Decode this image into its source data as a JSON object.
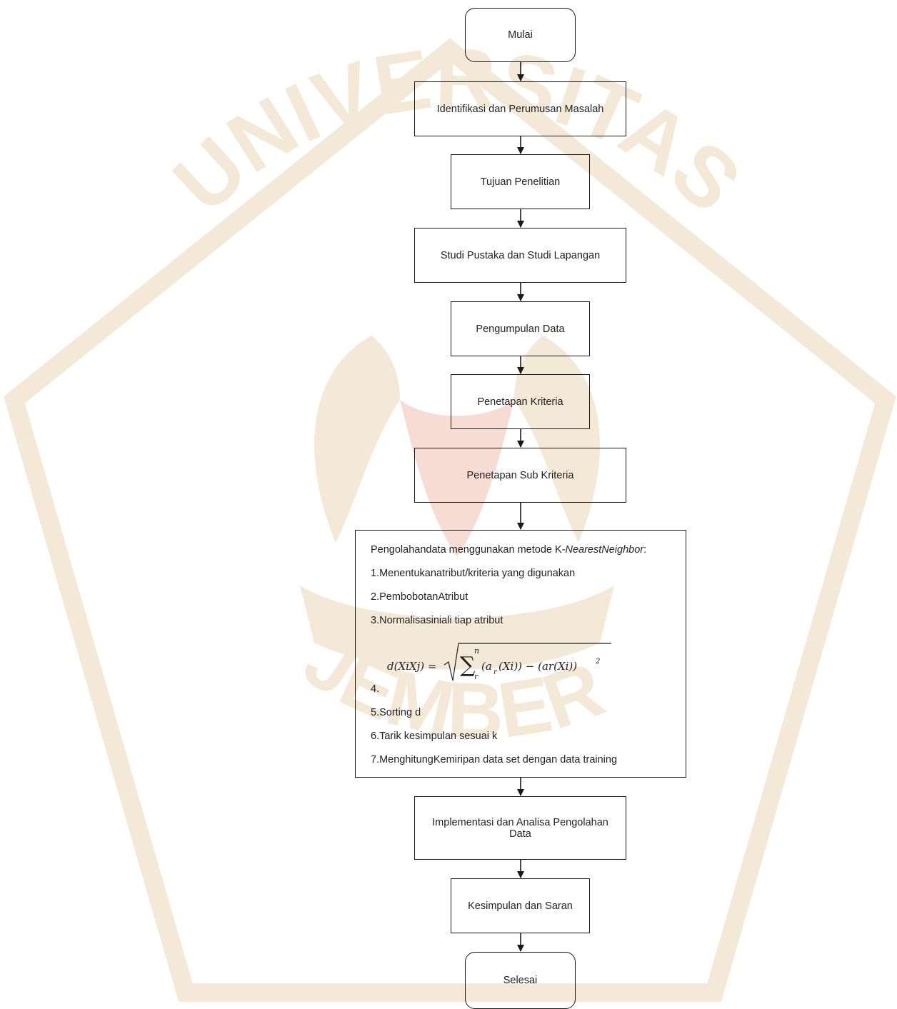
{
  "watermark": {
    "text": "UNIVERSITAS JEMBER",
    "arc_top": "UNIVERSITAS",
    "arc_bottom": "JEMBER",
    "color": "#f2e6cf"
  },
  "flowchart": {
    "start": "Mulai",
    "steps": [
      "Identifikasi dan Perumusan Masalah",
      "Tujuan Penelitian",
      "Studi Pustaka dan Studi Lapangan",
      "Pengumpulan Data",
      "Penetapan Kriteria",
      "Penetapan Sub Kriteria"
    ],
    "process": {
      "heading_prefix": "Pengolahandata menggunakan metode K-",
      "heading_method": "NearestNeighbor",
      "heading_suffix": ":",
      "step1": "1.Menentukanatribut/kriteria yang digunakan",
      "step2": "2.PembobotanAtribut",
      "step3": "3.Normalisasiniali tiap atribut",
      "step4": "4.",
      "step5": "5.Sorting d",
      "step6": "6.Tarik kesimpulan sesuai k",
      "step7": "7.MenghitungKemiripan data set dengan data training",
      "formula": {
        "lhs": "d(XiXj) =",
        "sum_upper": "n",
        "sum_lower": "r",
        "term1": "(a",
        "term1_sub": "r",
        "term1_rest": "(Xi)) − (ar(Xi))",
        "exponent": "2"
      }
    },
    "implementation": "Implementasi dan Analisa Pengolahan Data",
    "conclusion": "Kesimpulan dan Saran",
    "end": "Selesai"
  }
}
